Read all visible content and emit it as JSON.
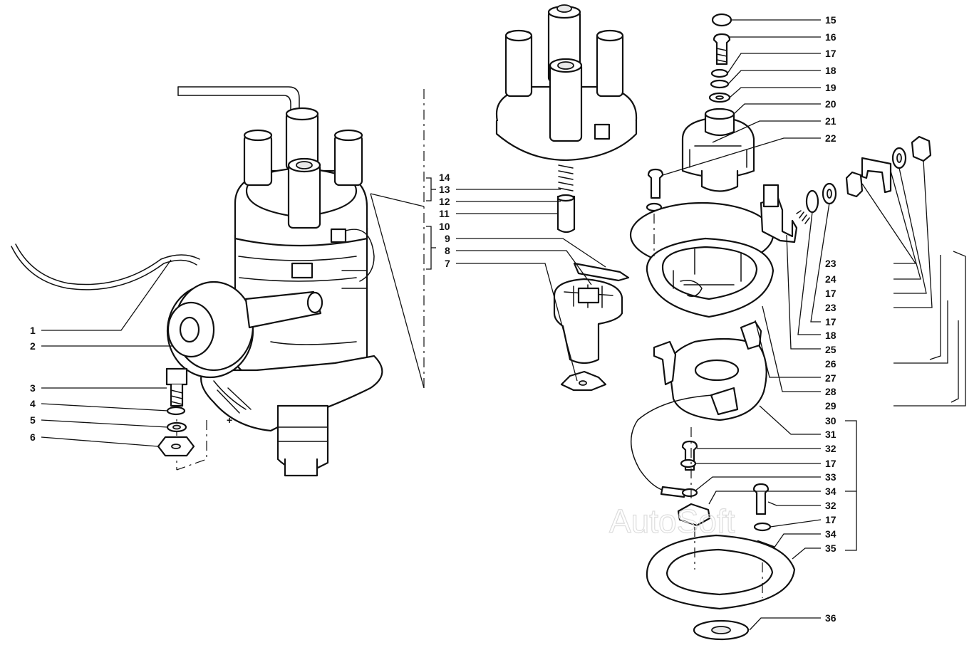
{
  "diagram": {
    "watermark": "AutoSoft",
    "colors": {
      "ink": "#111111",
      "paper": "#ffffff",
      "watermark": "#dddddd"
    },
    "callouts": [
      {
        "id": "c-1",
        "label": "1"
      },
      {
        "id": "c-2",
        "label": "2"
      },
      {
        "id": "c-3",
        "label": "3"
      },
      {
        "id": "c-4",
        "label": "4"
      },
      {
        "id": "c-5",
        "label": "5"
      },
      {
        "id": "c-6",
        "label": "6"
      },
      {
        "id": "c-7",
        "label": "7"
      },
      {
        "id": "c-8",
        "label": "8"
      },
      {
        "id": "c-9",
        "label": "9"
      },
      {
        "id": "c-10",
        "label": "10"
      },
      {
        "id": "c-11",
        "label": "11"
      },
      {
        "id": "c-12",
        "label": "12"
      },
      {
        "id": "c-13",
        "label": "13"
      },
      {
        "id": "c-14",
        "label": "14"
      },
      {
        "id": "c-15",
        "label": "15"
      },
      {
        "id": "c-16",
        "label": "16"
      },
      {
        "id": "c-17a",
        "label": "17"
      },
      {
        "id": "c-18a",
        "label": "18"
      },
      {
        "id": "c-19",
        "label": "19"
      },
      {
        "id": "c-20",
        "label": "20"
      },
      {
        "id": "c-21",
        "label": "21"
      },
      {
        "id": "c-22",
        "label": "22"
      },
      {
        "id": "c-23a",
        "label": "23"
      },
      {
        "id": "c-24",
        "label": "24"
      },
      {
        "id": "c-17b",
        "label": "17"
      },
      {
        "id": "c-23b",
        "label": "23"
      },
      {
        "id": "c-17c",
        "label": "17"
      },
      {
        "id": "c-18b",
        "label": "18"
      },
      {
        "id": "c-25",
        "label": "25"
      },
      {
        "id": "c-26",
        "label": "26"
      },
      {
        "id": "c-27",
        "label": "27"
      },
      {
        "id": "c-28",
        "label": "28"
      },
      {
        "id": "c-29",
        "label": "29"
      },
      {
        "id": "c-30",
        "label": "30"
      },
      {
        "id": "c-31",
        "label": "31"
      },
      {
        "id": "c-32a",
        "label": "32"
      },
      {
        "id": "c-17d",
        "label": "17"
      },
      {
        "id": "c-33",
        "label": "33"
      },
      {
        "id": "c-34a",
        "label": "34"
      },
      {
        "id": "c-32b",
        "label": "32"
      },
      {
        "id": "c-17e",
        "label": "17"
      },
      {
        "id": "c-34b",
        "label": "34"
      },
      {
        "id": "c-35",
        "label": "35"
      },
      {
        "id": "c-36",
        "label": "36"
      }
    ]
  }
}
